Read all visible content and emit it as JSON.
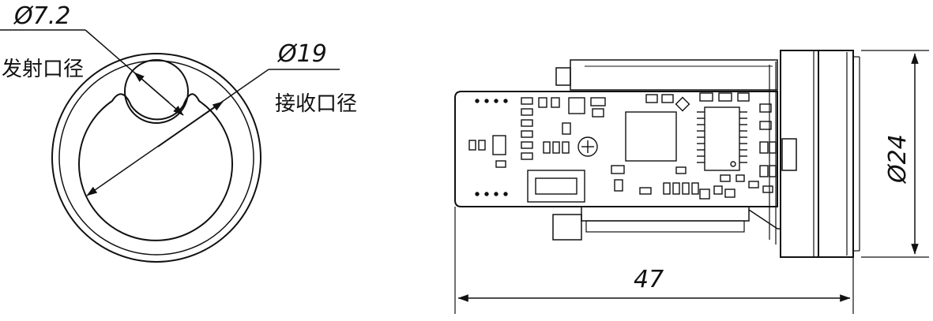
{
  "drawing": {
    "left_view": {
      "emitter_dim": "Ø7.2",
      "emitter_label": "发射口径",
      "receiver_dim": "Ø19",
      "receiver_label": "接收口径"
    },
    "right_view": {
      "length_dim": "47",
      "diameter_dim": "Ø24"
    }
  }
}
